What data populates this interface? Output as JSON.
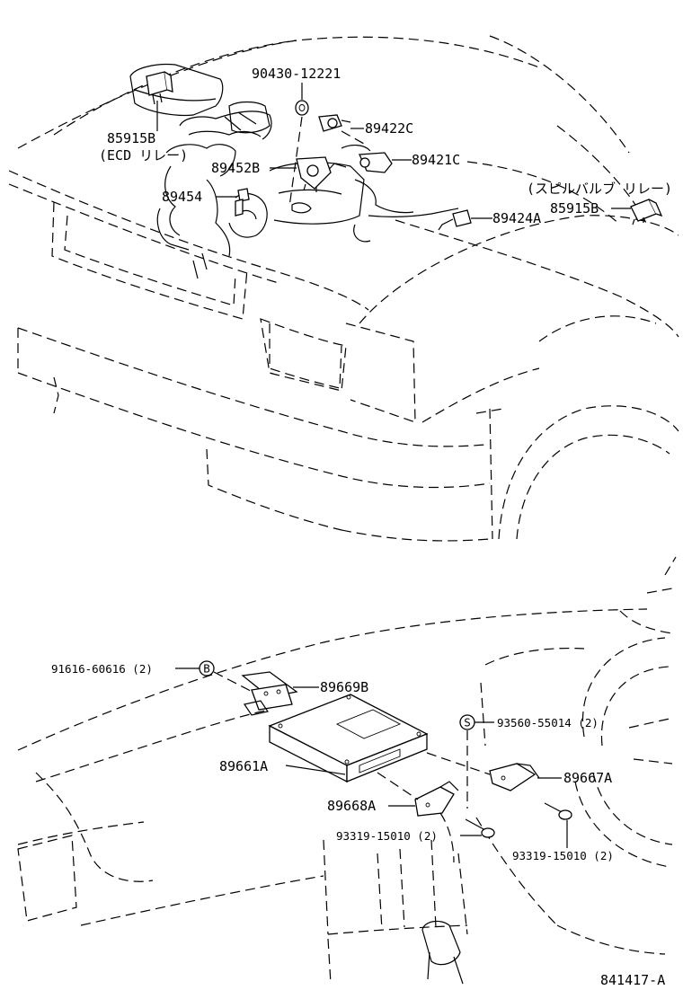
{
  "diagram": {
    "ref_code": "841417-A",
    "upper": {
      "ecd_relay": {
        "part_no": "85915B",
        "name": "(ECD リレー)"
      },
      "washer": {
        "part_no": "90430-12221"
      },
      "sensor_c": {
        "part_no": "89422C"
      },
      "sensor_21c": {
        "part_no": "89421C"
      },
      "throttle_sensor": {
        "part_no": "89452B"
      },
      "temp_sensor": {
        "part_no": "89454"
      },
      "spill_relay": {
        "part_no": "85915B",
        "name": "(スピルバルブ リレー)"
      },
      "sensor_a": {
        "part_no": "89424A"
      }
    },
    "lower": {
      "screw_b": {
        "part_no": "91616-60616 (2)",
        "marker": "B"
      },
      "bracket_b": {
        "part_no": "89669B"
      },
      "bolt_s": {
        "part_no": "93560-55014 (2)",
        "marker": "S"
      },
      "ecu": {
        "part_no": "89661A"
      },
      "bracket_67a": {
        "part_no": "89667A"
      },
      "bracket_68a": {
        "part_no": "89668A"
      },
      "screw_left": {
        "part_no": "93319-15010 (2)"
      },
      "screw_right": {
        "part_no": "93319-15010 (2)"
      }
    }
  }
}
